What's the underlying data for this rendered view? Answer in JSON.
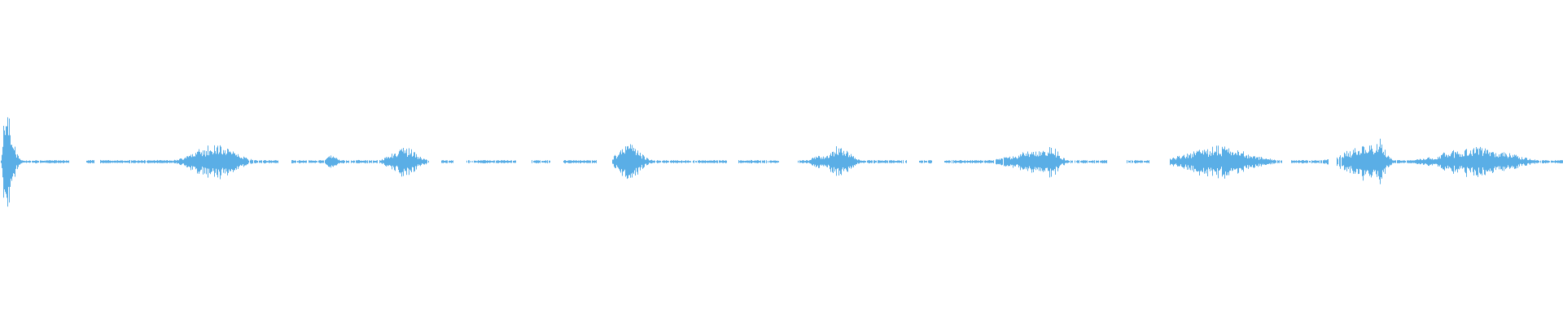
{
  "waveform": {
    "color": "#5aaee6",
    "background": "#ffffff",
    "duration_fraction_range": [
      0,
      1
    ],
    "amplitude_range": [
      -1,
      1
    ],
    "baseline_amplitude": 0.012,
    "bursts": [
      {
        "t": 0.003,
        "peak": 0.42,
        "spread": 0.004,
        "skew": "decay"
      },
      {
        "t": 0.137,
        "peak": 0.13,
        "spread": 0.012,
        "skew": "both"
      },
      {
        "t": 0.212,
        "peak": 0.05,
        "spread": 0.003,
        "skew": "both"
      },
      {
        "t": 0.258,
        "peak": 0.11,
        "spread": 0.008,
        "skew": "both"
      },
      {
        "t": 0.402,
        "peak": 0.13,
        "spread": 0.007,
        "skew": "both"
      },
      {
        "t": 0.524,
        "peak": 0.05,
        "spread": 0.004,
        "skew": "both"
      },
      {
        "t": 0.537,
        "peak": 0.13,
        "spread": 0.006,
        "skew": "both"
      },
      {
        "t": 0.668,
        "peak": 0.09,
        "spread": 0.018,
        "skew": "rise"
      },
      {
        "t": 0.672,
        "peak": 0.12,
        "spread": 0.005,
        "skew": "both"
      },
      {
        "t": 0.779,
        "peak": 0.12,
        "spread": 0.018,
        "skew": "both"
      },
      {
        "t": 0.882,
        "peak": 0.17,
        "spread": 0.016,
        "skew": "rise"
      },
      {
        "t": 0.944,
        "peak": 0.11,
        "spread": 0.02,
        "skew": "both"
      }
    ],
    "gaps": [
      [
        0.044,
        0.055
      ],
      [
        0.06,
        0.064
      ],
      [
        0.178,
        0.186
      ],
      [
        0.274,
        0.282
      ],
      [
        0.29,
        0.298
      ],
      [
        0.33,
        0.34
      ],
      [
        0.352,
        0.36
      ],
      [
        0.382,
        0.392
      ],
      [
        0.465,
        0.472
      ],
      [
        0.498,
        0.51
      ],
      [
        0.58,
        0.588
      ],
      [
        0.596,
        0.604
      ],
      [
        0.708,
        0.72
      ],
      [
        0.735,
        0.748
      ],
      [
        0.82,
        0.826
      ],
      [
        0.85,
        0.858
      ]
    ]
  }
}
